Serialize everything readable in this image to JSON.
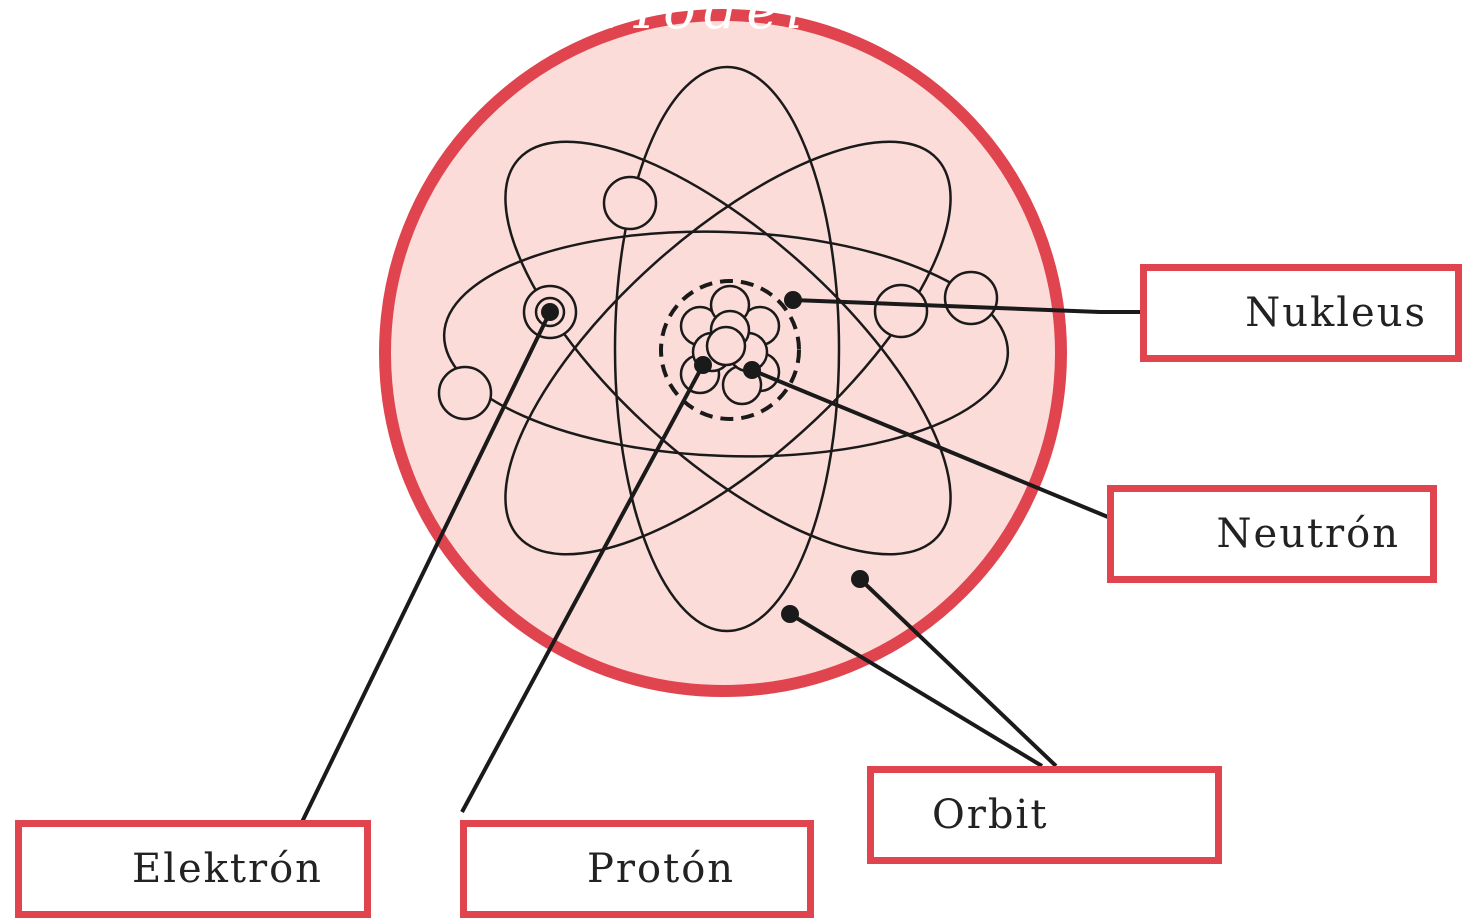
{
  "diagram": {
    "colors": {
      "circle_fill": "#fbdcd8",
      "circle_border": "#e0454f",
      "box_border": "#e0454f",
      "line": "#1a1a1a",
      "banner_text": "#ffffff"
    },
    "banner_text": "Model atom",
    "labels": {
      "nukleus": "Nukleus",
      "neutron": "Neutrón",
      "orbit": "Orbit",
      "elektron": "Elektrón",
      "proton": "Protón"
    }
  }
}
